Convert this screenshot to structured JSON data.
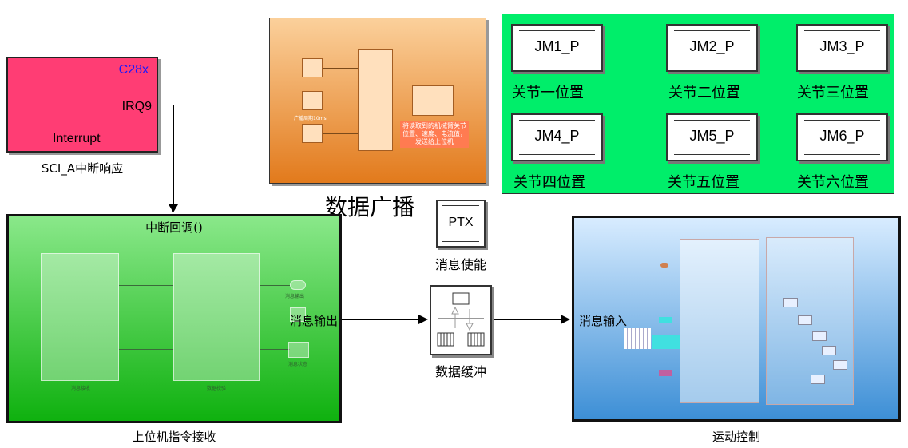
{
  "interrupt_block": {
    "chip": "C28x",
    "port": "IRQ9",
    "bottom_label": "Interrupt",
    "caption": "SCI_A中断响应"
  },
  "broadcast": {
    "caption": "数据广播",
    "period_label": "广播周期10ms",
    "note": "将读取到的机械臂关节位置、速度、电流值，发送给上位机"
  },
  "joint_displays": [
    {
      "value": "JM1_P",
      "label": "关节一位置"
    },
    {
      "value": "JM2_P",
      "label": "关节二位置"
    },
    {
      "value": "JM3_P",
      "label": "关节三位置"
    },
    {
      "value": "JM4_P",
      "label": "关节四位置"
    },
    {
      "value": "JM5_P",
      "label": "关节五位置"
    },
    {
      "value": "JM6_P",
      "label": "关节六位置"
    }
  ],
  "ptx": {
    "label": "PTX",
    "caption": "消息使能"
  },
  "receiver": {
    "header": "中断回调()",
    "out_port": "消息输出",
    "caption": "上位机指令接收",
    "inner_left": "消息接收",
    "inner_right": "数据校验",
    "small_out1": "消息输出",
    "small_out2": "消息状态"
  },
  "buffer": {
    "caption": "数据缓冲"
  },
  "motion": {
    "in_port": "消息输入",
    "caption": "运动控制"
  },
  "colors": {
    "interrupt": "#ff3d74",
    "broadcast": "#e27a1c",
    "joint_panel": "#00ee6a",
    "receiver": "#0fb10f",
    "motion": "#3d8fd6"
  }
}
